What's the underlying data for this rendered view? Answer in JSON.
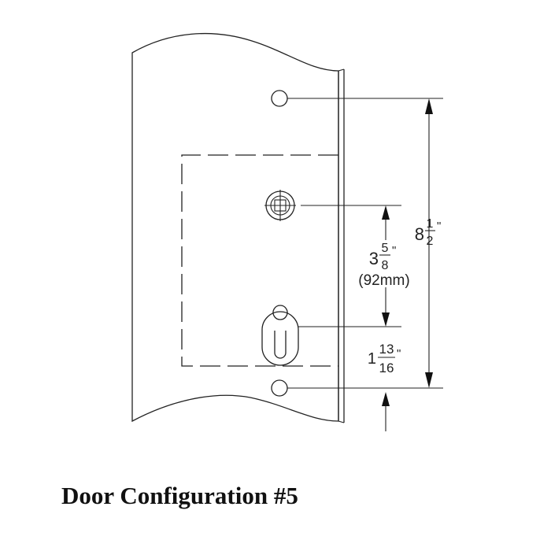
{
  "caption": "Door Configuration #5",
  "dimensions": {
    "overall": {
      "whole": "8",
      "num": "1",
      "den": "2",
      "unit": "\""
    },
    "spindle_to_cylinder": {
      "whole": "3",
      "num": "5",
      "den": "8",
      "unit": "\"",
      "metric": "(92mm)"
    },
    "cylinder_to_screw": {
      "whole": "1",
      "num": "13",
      "den": "16",
      "unit": "\""
    }
  },
  "colors": {
    "line": "#222222",
    "background": "#ffffff"
  }
}
